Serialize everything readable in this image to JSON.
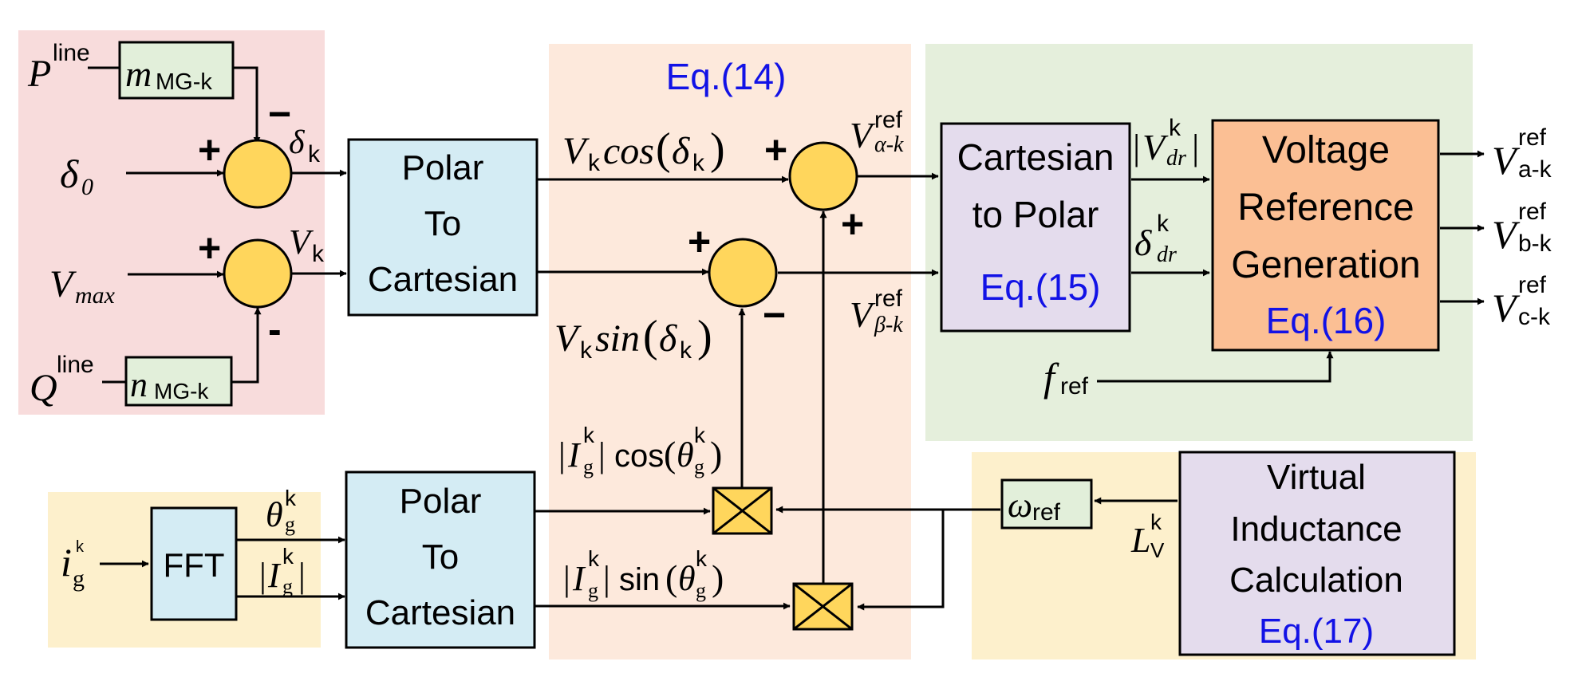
{
  "colors": {
    "pink_region": "#f8dcdc",
    "peach_region": "#fde9dc",
    "green_region": "#e5efdc",
    "yellow_region": "#fdf0cc",
    "light_blue_block": "#d4ecf4",
    "lavender_block": "#e4dced",
    "orange_block": "#fbbf94",
    "light_green_block": "#e2efda",
    "summer_fill": "#ffd65c",
    "multiplier_fill": "#ffd65c",
    "equation_text": "#1212e6"
  },
  "blocks": {
    "polar_to_cartesian_top": [
      "Polar",
      "To",
      "Cartesian"
    ],
    "polar_to_cartesian_bottom": [
      "Polar",
      "To",
      "Cartesian"
    ],
    "cartesian_to_polar": [
      "Cartesian",
      "to Polar"
    ],
    "cartesian_to_polar_eq": "Eq.(15)",
    "voltage_reference": [
      "Voltage",
      "Reference",
      "Generation"
    ],
    "voltage_reference_eq": "Eq.(16)",
    "virtual_inductance": [
      "Virtual",
      "Inductance",
      "Calculation"
    ],
    "virtual_inductance_eq": "Eq.(17)",
    "fft": "FFT",
    "m_gain": {
      "base": "m",
      "sub": "MG-k"
    },
    "n_gain": {
      "base": "n",
      "sub": "MG-k"
    },
    "omega_ref": {
      "base": "ω",
      "sub": "ref"
    }
  },
  "equations": {
    "eq14": "Eq.(14)"
  },
  "signals": {
    "p_line": {
      "base": "P",
      "sup": "line"
    },
    "q_line": {
      "base": "Q",
      "sup": "line"
    },
    "delta0": {
      "base": "δ",
      "sub": "0"
    },
    "vmax": {
      "base": "V",
      "sub": "max"
    },
    "delta_k": {
      "base": "δ",
      "sub": "k"
    },
    "v_k": {
      "base": "V",
      "sub": "k"
    },
    "vk_cos": {
      "base": "V",
      "sub": "k",
      "fn": "cos",
      "open": "(",
      "arg": "δ",
      "argsub": "k",
      "close": ")"
    },
    "vk_sin": {
      "base": "V",
      "sub": "k",
      "fn": "sin",
      "open": "(",
      "arg": "δ",
      "argsub": "k",
      "close": ")"
    },
    "v_alpha_ref": {
      "base": "V",
      "sup": "ref",
      "sub": "α-k"
    },
    "v_beta_ref": {
      "base": "V",
      "sup": "ref",
      "sub": "β-k"
    },
    "v_dr": {
      "base": "V",
      "sup": "k",
      "sub": "dr"
    },
    "delta_dr": {
      "base": "δ",
      "sup": "k",
      "sub": "dr"
    },
    "f_ref": {
      "base": "f",
      "sub": "ref"
    },
    "va_ref": {
      "base": "V",
      "sup": "ref",
      "sub": "a-k"
    },
    "vb_ref": {
      "base": "V",
      "sup": "ref",
      "sub": "b-k"
    },
    "vc_ref": {
      "base": "V",
      "sup": "ref",
      "sub": "c-k"
    },
    "ig_k": {
      "base": "i",
      "sup": "k",
      "sub": "g"
    },
    "theta_g": {
      "base": "θ",
      "sup": "k",
      "sub": "g"
    },
    "ig_mag": {
      "base": "I",
      "sup": "k",
      "sub": "g"
    },
    "ig_cos": {
      "base": "I",
      "sup": "k",
      "sub": "g",
      "fn": "cos",
      "arg": "θ"
    },
    "ig_sin": {
      "base": "I",
      "sup": "k",
      "sub": "g",
      "fn": "sin",
      "arg": "θ"
    },
    "lv_k": {
      "base": "L",
      "sup": "k",
      "sub": "V"
    }
  },
  "signs": {
    "plus": "+",
    "minus": "−",
    "minus_small": "-",
    "bar": "|"
  }
}
